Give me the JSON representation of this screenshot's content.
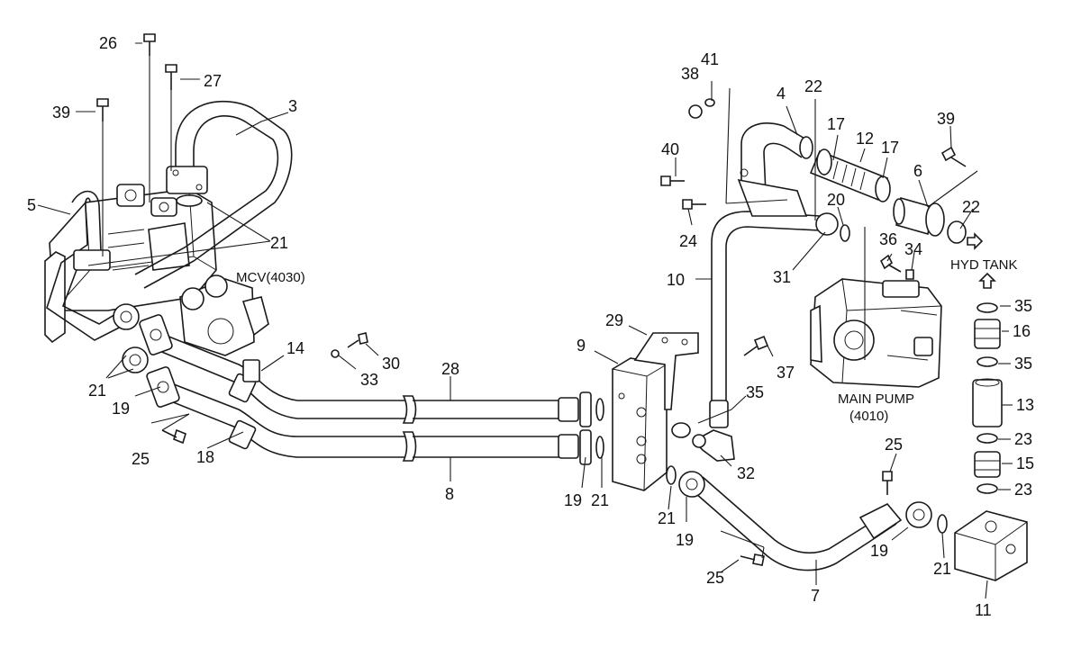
{
  "labels": {
    "mcv": "MCV(4030)",
    "main_pump": "MAIN PUMP",
    "main_pump_code": "(4010)",
    "hyd_tank": "HYD TANK"
  },
  "callouts": [
    {
      "id": "c26a",
      "text": "26"
    },
    {
      "id": "c27",
      "text": "27"
    },
    {
      "id": "c39a",
      "text": "39"
    },
    {
      "id": "c3",
      "text": "3"
    },
    {
      "id": "c5",
      "text": "5"
    },
    {
      "id": "c21a",
      "text": "21"
    },
    {
      "id": "c21b",
      "text": "21"
    },
    {
      "id": "c19a",
      "text": "19"
    },
    {
      "id": "c14",
      "text": "14"
    },
    {
      "id": "c30",
      "text": "30"
    },
    {
      "id": "c33",
      "text": "33"
    },
    {
      "id": "c28",
      "text": "28"
    },
    {
      "id": "c25a",
      "text": "25"
    },
    {
      "id": "c18",
      "text": "18"
    },
    {
      "id": "c8",
      "text": "8"
    },
    {
      "id": "c29",
      "text": "29"
    },
    {
      "id": "c9",
      "text": "9"
    },
    {
      "id": "c19b",
      "text": "19"
    },
    {
      "id": "c21c",
      "text": "21"
    },
    {
      "id": "c41",
      "text": "41"
    },
    {
      "id": "c38",
      "text": "38"
    },
    {
      "id": "c4",
      "text": "4"
    },
    {
      "id": "c22a",
      "text": "22"
    },
    {
      "id": "c17a",
      "text": "17"
    },
    {
      "id": "c12",
      "text": "12"
    },
    {
      "id": "c17b",
      "text": "17"
    },
    {
      "id": "c39b",
      "text": "39"
    },
    {
      "id": "c6",
      "text": "6"
    },
    {
      "id": "c40",
      "text": "40"
    },
    {
      "id": "c20",
      "text": "20"
    },
    {
      "id": "c22b",
      "text": "22"
    },
    {
      "id": "c24",
      "text": "24"
    },
    {
      "id": "c36",
      "text": "36"
    },
    {
      "id": "c34",
      "text": "34"
    },
    {
      "id": "c10",
      "text": "10"
    },
    {
      "id": "c31",
      "text": "31"
    },
    {
      "id": "c35a",
      "text": "35"
    },
    {
      "id": "c16",
      "text": "16"
    },
    {
      "id": "c35b",
      "text": "35"
    },
    {
      "id": "c37",
      "text": "37"
    },
    {
      "id": "c35c",
      "text": "35"
    },
    {
      "id": "c13",
      "text": "13"
    },
    {
      "id": "c23a",
      "text": "23"
    },
    {
      "id": "c15",
      "text": "15"
    },
    {
      "id": "c23b",
      "text": "23"
    },
    {
      "id": "c32",
      "text": "32"
    },
    {
      "id": "c25b",
      "text": "25"
    },
    {
      "id": "c21d",
      "text": "21"
    },
    {
      "id": "c19c",
      "text": "19"
    },
    {
      "id": "c19d",
      "text": "19"
    },
    {
      "id": "c25c",
      "text": "25"
    },
    {
      "id": "c7",
      "text": "7"
    },
    {
      "id": "c21e",
      "text": "21"
    },
    {
      "id": "c11",
      "text": "11"
    }
  ],
  "colors": {
    "ink": "#1a1a1a",
    "paper": "#ffffff"
  }
}
